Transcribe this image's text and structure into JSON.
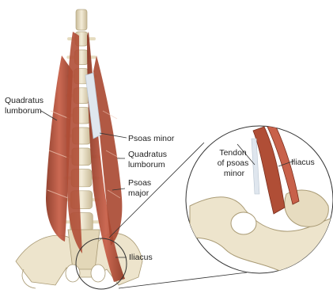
{
  "labels": {
    "quadratus_lumborum_left": [
      "Quadratus",
      "lumborum"
    ],
    "psoas_minor": "Psoas minor",
    "quadratus_lumborum_right": [
      "Quadratus",
      "lumborum"
    ],
    "psoas_major": [
      "Psoas",
      "major"
    ],
    "iliacus_main": "Iliacus",
    "tendon_psoas_minor": [
      "Tendon",
      "of psoas",
      "minor"
    ],
    "iliacus_inset": "Iliacus"
  },
  "colors": {
    "muscle": "#b8553c",
    "muscle_dark": "#8f3a26",
    "muscle_light": "#d9866c",
    "bone": "#ede4cc",
    "bone_shade": "#c9bb98",
    "tendon": "#dfe6ee",
    "leader": "#333333"
  }
}
